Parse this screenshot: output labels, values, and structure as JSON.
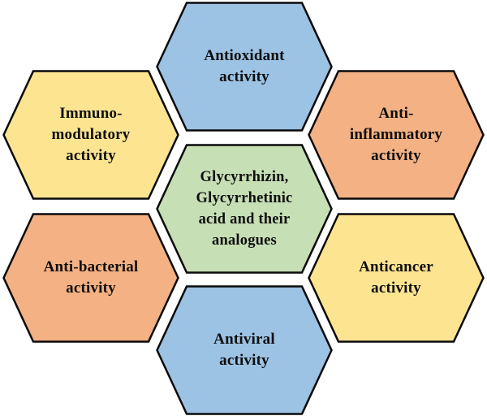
{
  "figure": {
    "background_color": "#ffffff",
    "outline_color": "#0a0a0a",
    "text_color": "#0e0e0e"
  },
  "hexagons": {
    "core": {
      "fill": "#c6dfb5",
      "label": "Glycyrrhizin, Glycyrrhetinic acid and their analogues",
      "lines": [
        "Glycyrrhizin,",
        "Glycyrrhetinic",
        "acid and their",
        "analogues"
      ]
    },
    "antioxidant": {
      "fill": "#9cc2e4",
      "label": "Antioxidant activity",
      "lines": [
        "Antioxidant",
        "activity"
      ]
    },
    "immunomodulatory": {
      "fill": "#fce491",
      "label": "Immuno-modulatory activity",
      "lines": [
        "Immuno-",
        "modulatory",
        "activity"
      ]
    },
    "anti_inflammatory": {
      "fill": "#f4b183",
      "label": "Anti-inflammatory activity",
      "lines": [
        "Anti-",
        "inflammatory",
        "activity"
      ]
    },
    "antibacterial": {
      "fill": "#f4b183",
      "label": "Anti-bacterial activity",
      "lines": [
        "Anti-bacterial",
        "activity"
      ]
    },
    "anticancer": {
      "fill": "#fce491",
      "label": "Anticancer activity",
      "lines": [
        "Anticancer",
        "activity"
      ]
    },
    "antiviral": {
      "fill": "#9cc2e4",
      "label": "Antiviral activity",
      "lines": [
        "Antiviral",
        "activity"
      ]
    }
  }
}
